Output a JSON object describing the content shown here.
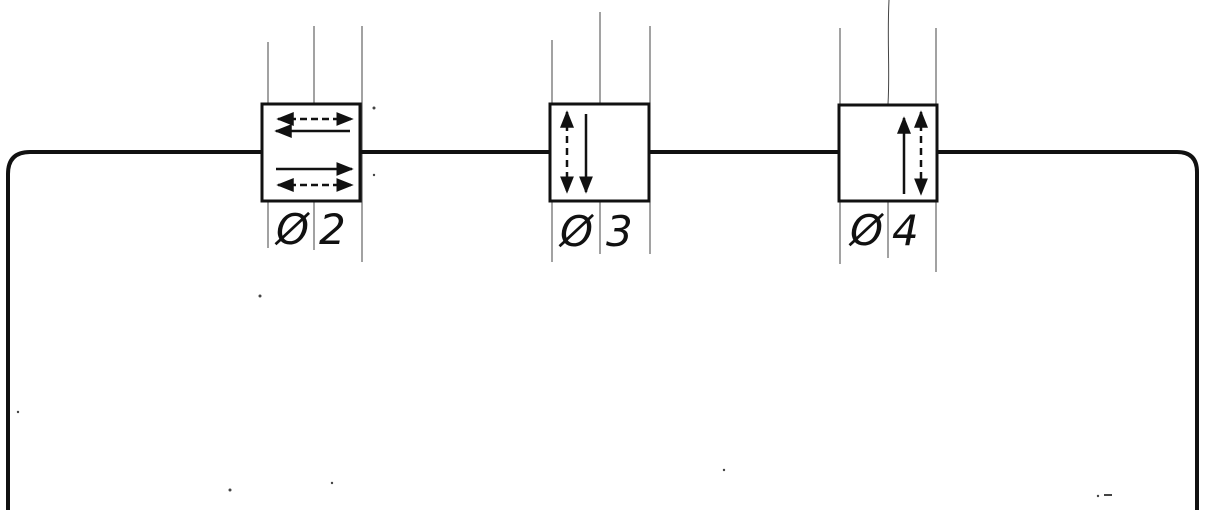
{
  "diagram": {
    "colors": {
      "ink": "#111111",
      "paper": "#ffffff",
      "guide": "#444444"
    },
    "phases": [
      {
        "id": "phase-2",
        "label_symbol": "Ø",
        "label_number": "2",
        "orientation": "horizontal",
        "arrows": [
          {
            "direction": "right",
            "style": "dashed"
          },
          {
            "direction": "left",
            "style": "solid"
          },
          {
            "direction": "right",
            "style": "solid"
          },
          {
            "direction": "left-right",
            "style": "dashed"
          }
        ]
      },
      {
        "id": "phase-3",
        "label_symbol": "Ø",
        "label_number": "3",
        "orientation": "vertical",
        "arrows": [
          {
            "direction": "up-down",
            "style": "dashed"
          },
          {
            "direction": "down",
            "style": "solid"
          }
        ]
      },
      {
        "id": "phase-4",
        "label_symbol": "Ø",
        "label_number": "4",
        "orientation": "vertical",
        "arrows": [
          {
            "direction": "up",
            "style": "solid"
          },
          {
            "direction": "up-down",
            "style": "dashed"
          }
        ]
      }
    ]
  }
}
